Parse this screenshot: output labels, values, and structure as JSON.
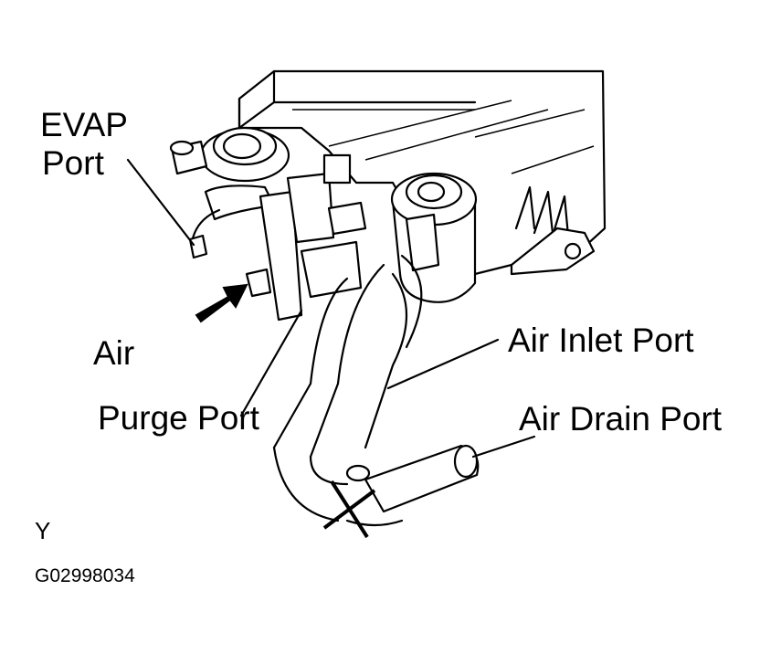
{
  "labels": {
    "evap_port_line1": "EVAP",
    "evap_port_line2": "Port",
    "air": "Air",
    "purge_port": "Purge Port",
    "air_inlet_port": "Air Inlet Port",
    "air_drain_port": "Air Drain Port",
    "view_letter": "Y",
    "figure_code": "G02998034"
  },
  "colors": {
    "ink": "#000000",
    "paper": "#ffffff"
  }
}
